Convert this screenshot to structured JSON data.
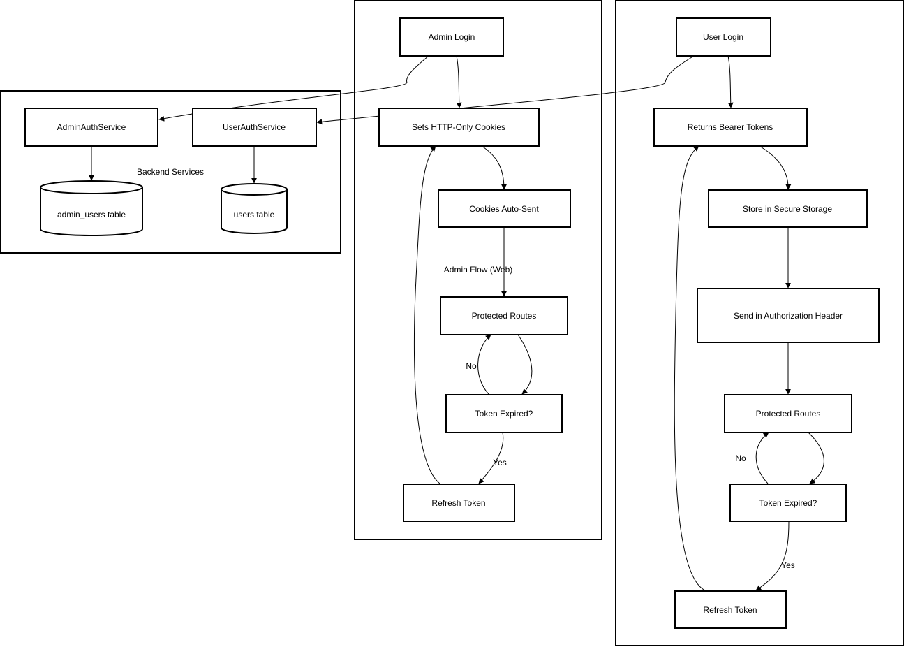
{
  "groups": {
    "backend": "Backend Services",
    "admin": "Admin Flow (Web)",
    "user": ""
  },
  "nodes": {
    "admin_login": "Admin Login",
    "user_login": "User Login",
    "admin_auth_service": "AdminAuthService",
    "user_auth_service": "UserAuthService",
    "admin_users_table": "admin_users table",
    "users_table": "users table",
    "sets_cookies": "Sets HTTP-Only Cookies",
    "cookies_auto_sent": "Cookies Auto-Sent",
    "admin_protected_routes": "Protected Routes",
    "admin_token_expired": "Token Expired?",
    "admin_refresh_token": "Refresh Token",
    "returns_bearer": "Returns Bearer Tokens",
    "store_secure": "Store in Secure Storage",
    "send_auth_header": "Send in Authorization Header",
    "user_protected_routes": "Protected Routes",
    "user_token_expired": "Token Expired?",
    "user_refresh_token": "Refresh Token"
  },
  "edge_labels": {
    "admin_no": "No",
    "admin_yes": "Yes",
    "user_no": "No",
    "user_yes": "Yes"
  }
}
